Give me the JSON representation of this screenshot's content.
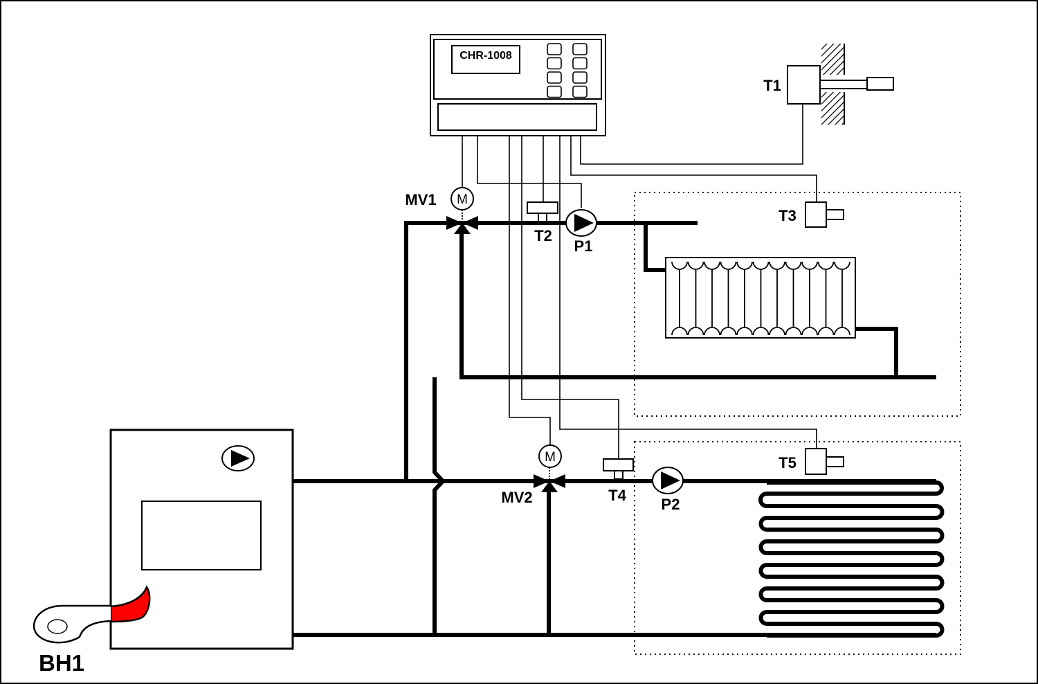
{
  "controller": {
    "model": "CHR-1008",
    "button_count": 8
  },
  "labels": {
    "mv1": "MV1",
    "mv2": "MV2",
    "t1": "T1",
    "t2": "T2",
    "t3": "T3",
    "t4": "T4",
    "t5": "T5",
    "p1": "P1",
    "p2": "P2",
    "bh1": "BH1",
    "motor": "M"
  },
  "colors": {
    "flame": "#ff0000",
    "line": "#000000"
  }
}
